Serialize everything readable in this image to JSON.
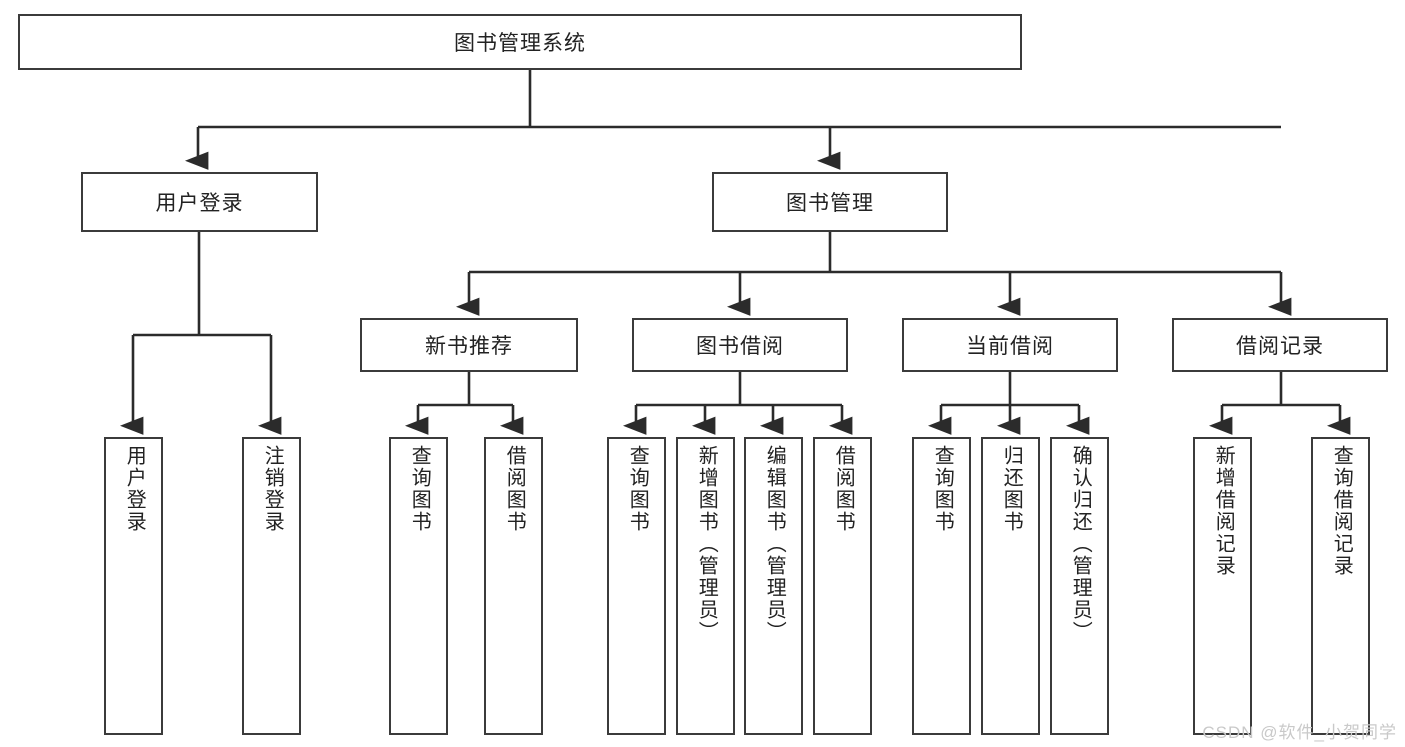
{
  "diagram": {
    "type": "tree",
    "title": "图书管理系统",
    "root": {
      "label": "图书管理系统"
    },
    "level2": [
      {
        "label": "用户登录"
      },
      {
        "label": "图书管理"
      }
    ],
    "level3": [
      {
        "label": "新书推荐"
      },
      {
        "label": "图书借阅"
      },
      {
        "label": "当前借阅"
      },
      {
        "label": "借阅记录"
      }
    ],
    "leaves": [
      {
        "label": "用户登录"
      },
      {
        "label": "注销登录"
      },
      {
        "label": "查询图书"
      },
      {
        "label": "借阅图书"
      },
      {
        "label": "查询图书"
      },
      {
        "label": "新增图书（管理员）"
      },
      {
        "label": "编辑图书（管理员）"
      },
      {
        "label": "借阅图书"
      },
      {
        "label": "查询图书"
      },
      {
        "label": "归还图书"
      },
      {
        "label": "确认归还（管理员）"
      },
      {
        "label": "新增借阅记录"
      },
      {
        "label": "查询借阅记录"
      }
    ]
  },
  "watermark": {
    "text": "CSDN @软件_小贺同学"
  },
  "colors": {
    "box_border": "#3b3b3b",
    "box_fill": "#ffffff",
    "wire": "#2b2b2b",
    "text": "#222222",
    "watermark": "#c9c9c9"
  }
}
